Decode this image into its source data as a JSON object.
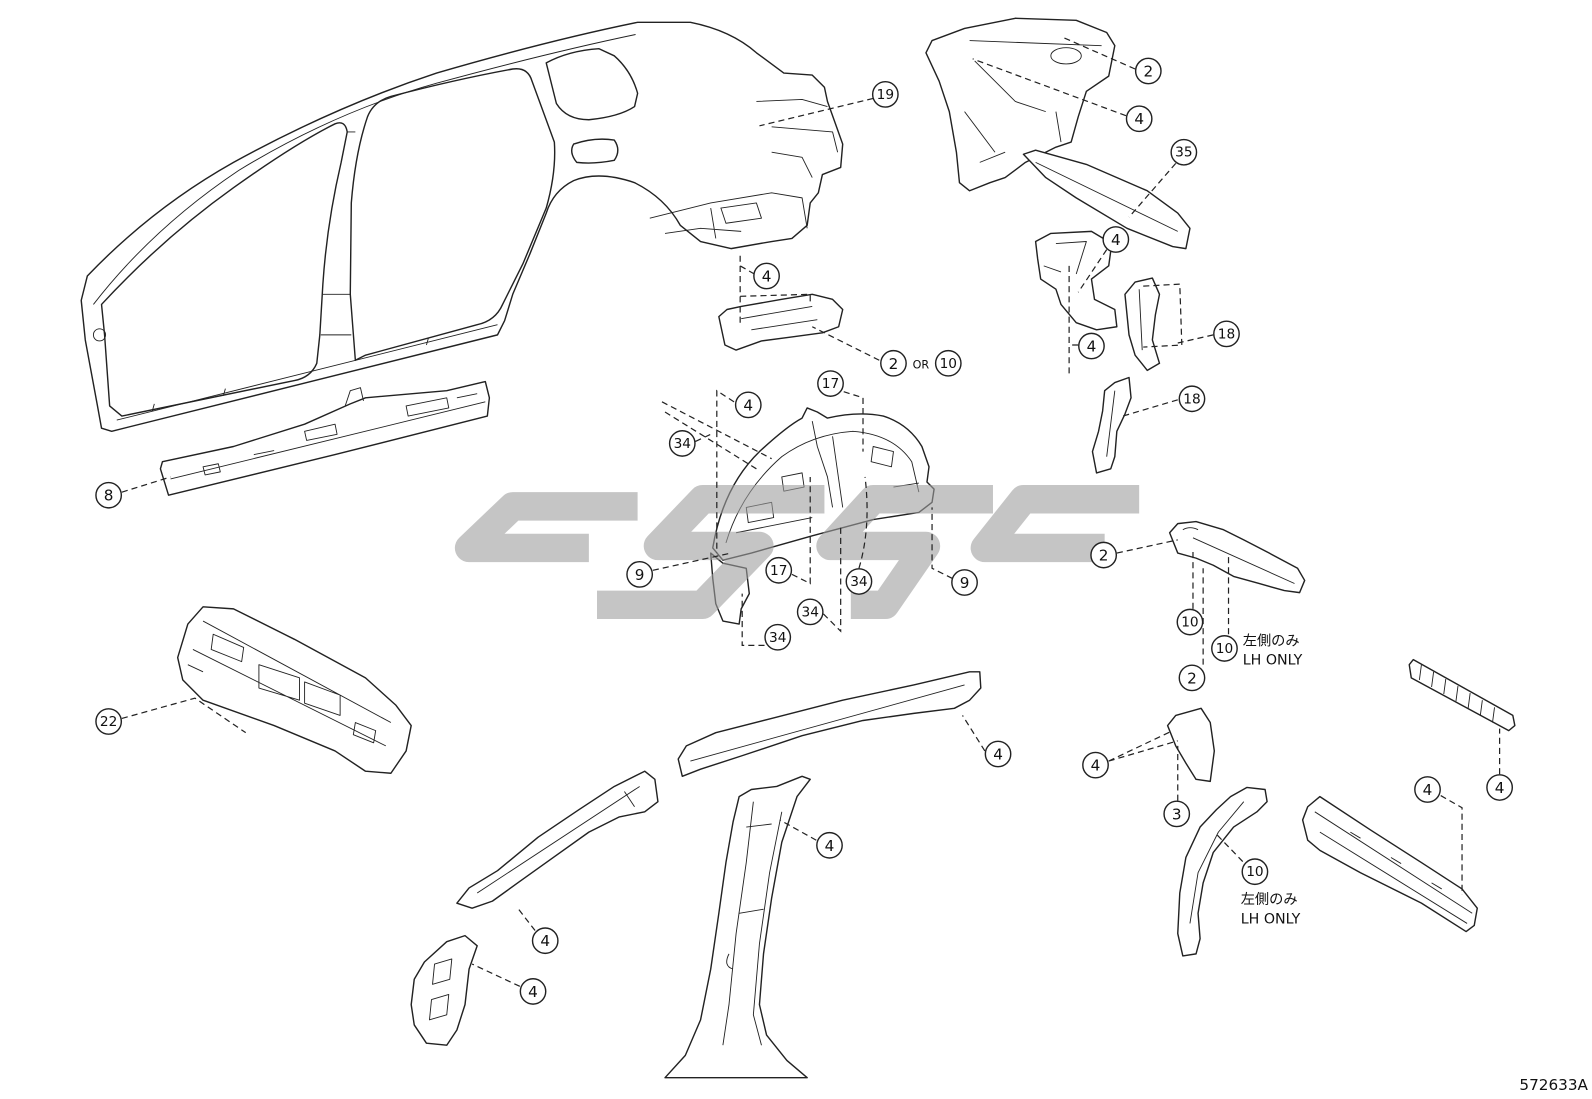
{
  "diagram": {
    "callouts": [
      "19",
      "2",
      "4",
      "35",
      "4",
      "4",
      "4",
      "18",
      "2",
      "10",
      "17",
      "4",
      "18",
      "34",
      "8",
      "2",
      "9",
      "17",
      "34",
      "9",
      "34",
      "34",
      "10",
      "10",
      "2",
      "22",
      "4",
      "4",
      "4",
      "4",
      "3",
      "4",
      "10",
      "4",
      "4"
    ],
    "or_label": "OR",
    "notes": [
      {
        "jp": "左側のみ",
        "en": "LH ONLY"
      },
      {
        "jp": "左側のみ",
        "en": "LH ONLY"
      }
    ],
    "drawing_number": "572633A",
    "colors": {
      "line": "#222222",
      "watermark": "#9e9e9e"
    }
  }
}
